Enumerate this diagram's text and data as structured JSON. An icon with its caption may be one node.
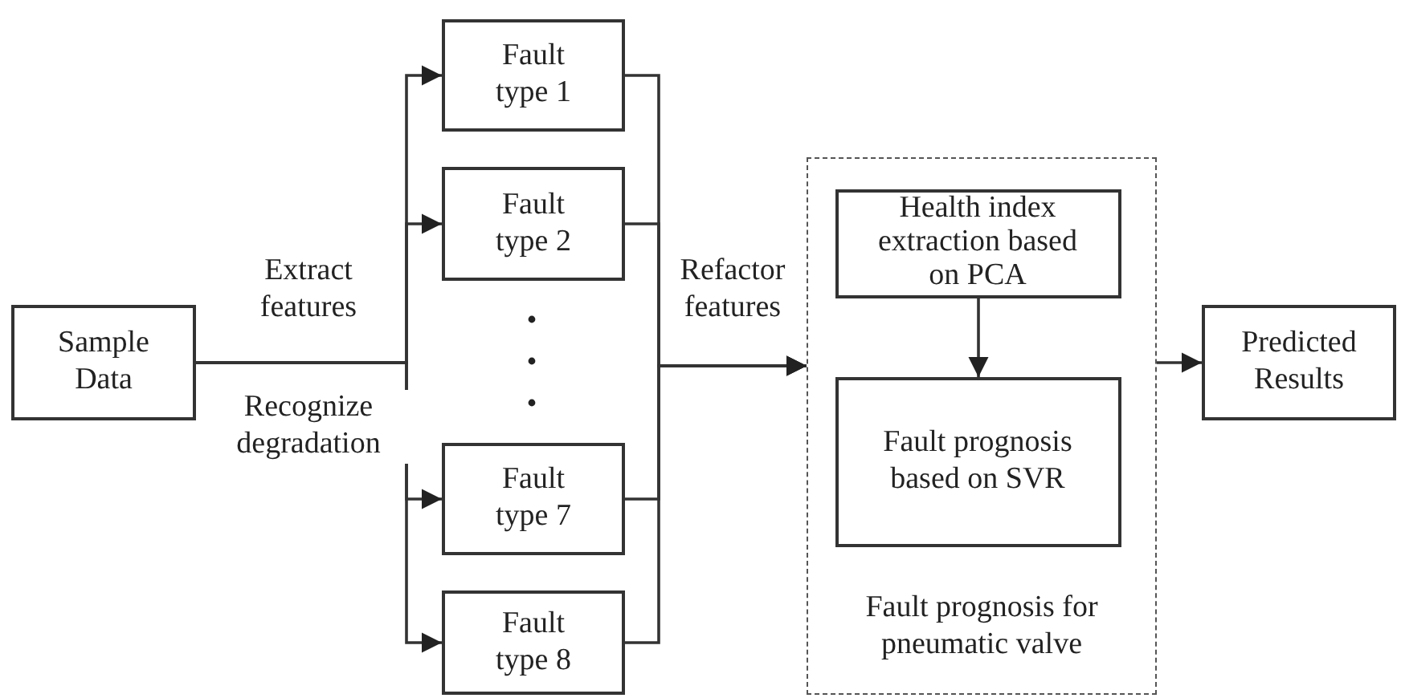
{
  "diagram": {
    "nodes": [
      {
        "text": [
          "Sample Data"
        ]
      },
      {
        "text": [
          "Fault type 1"
        ]
      },
      {
        "text": [
          "Fault type 2"
        ]
      },
      {
        "text": [
          "Fault type 7"
        ]
      },
      {
        "text": [
          "Fault type 8"
        ]
      },
      {
        "text": [
          "Fault prognosis for pneumatic valve"
        ]
      },
      {
        "text": [
          "Health index extraction based on PCA"
        ],
        "in": 5
      },
      {
        "text": [
          "Fault prognosis based on SVR"
        ],
        "in": 5
      },
      {
        "text": [
          "Predicted Results"
        ]
      }
    ],
    "edges": [
      {
        "from": 0,
        "to": 1,
        "arrow": "to"
      },
      {
        "from": 0,
        "to": 2,
        "arrow": "to"
      },
      {
        "from": 0,
        "to": 3,
        "arrow": "to"
      },
      {
        "from": 0,
        "to": 4,
        "arrow": "to"
      },
      {
        "from": 1,
        "to": 5,
        "arrow": "to"
      },
      {
        "from": 2,
        "to": 5,
        "arrow": "to"
      },
      {
        "from": 3,
        "to": 5,
        "arrow": "to"
      },
      {
        "from": 4,
        "to": 5,
        "arrow": "to"
      },
      {
        "from": 6,
        "to": 7,
        "arrow": "to"
      },
      {
        "from": 5,
        "to": 8,
        "arrow": "to"
      }
    ],
    "labels": [
      "Extract features",
      "Recognize degradation",
      "Refactor features"
    ]
  }
}
